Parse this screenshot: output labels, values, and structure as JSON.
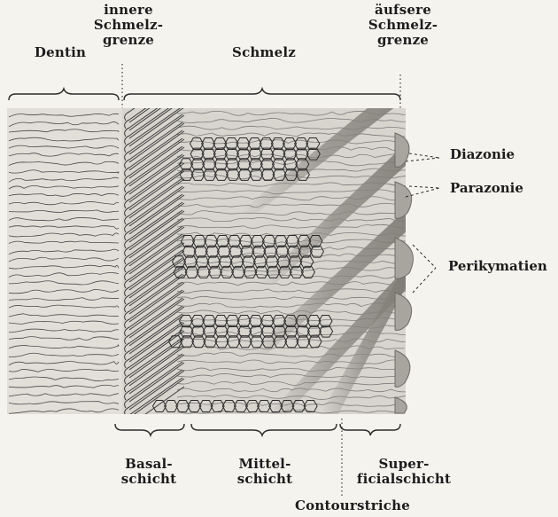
{
  "labels": {
    "dentin": "Dentin",
    "inner_boundary": [
      "innere",
      "Schmelz-",
      "grenze"
    ],
    "enamel": "Schmelz",
    "outer_boundary": [
      "äufsere",
      "Schmelz-",
      "grenze"
    ],
    "diazonie": "Diazonie",
    "parazonie": "Parazonie",
    "perikymatien": "Perikymatien",
    "basal_layer": [
      "Basal-",
      "schicht"
    ],
    "middle_layer": [
      "Mittel-",
      "schicht"
    ],
    "superficial_layer": [
      "Super-",
      "ficialschicht"
    ],
    "contour_lines": "Contourstriche"
  },
  "colors": {
    "ink": "#2a2a2a",
    "paper": "#f5f3ee",
    "enamel_fill": "#d8d5cf",
    "dentin_fill": "#e2dfd9",
    "band": "#9a9690"
  }
}
